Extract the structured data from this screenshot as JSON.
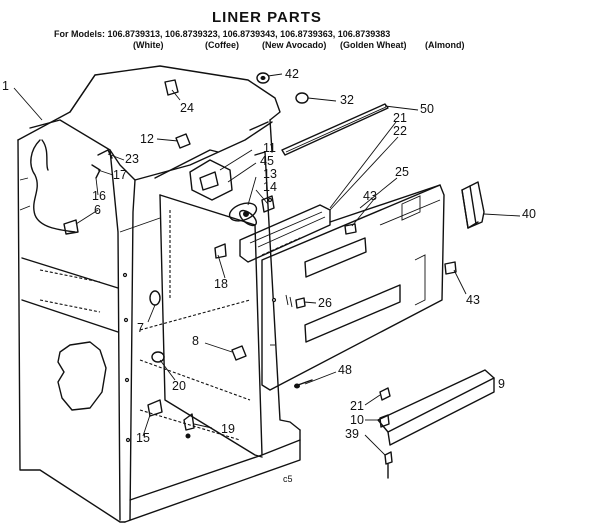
{
  "header": {
    "title": "LINER PARTS",
    "models_line": "For Models: 106.8739313, 106.8739323, 106.8739343, 106.8739363, 106.8739383",
    "colors": [
      "(White)",
      "(Coffee)",
      "(New Avocado)",
      "(Golden Wheat)",
      "(Almond)"
    ]
  },
  "callouts": {
    "p1": "1",
    "p42": "42",
    "p24": "24",
    "p32": "32",
    "p50": "50",
    "p21a": "21",
    "p22": "22",
    "p12": "12",
    "p11": "11",
    "p45": "45",
    "p13": "13",
    "p14": "14",
    "p23": "23",
    "p17": "17",
    "p16": "16",
    "p6": "6",
    "p25": "25",
    "p43a": "43",
    "p40": "40",
    "p18": "18",
    "p26": "26",
    "p43b": "43",
    "p7": "7",
    "p8": "8",
    "p48": "48",
    "p20": "20",
    "p21b": "21",
    "p10": "10",
    "p39": "39",
    "p15": "15",
    "p19": "19",
    "p9": "9"
  },
  "footer": {
    "code": "c5"
  }
}
